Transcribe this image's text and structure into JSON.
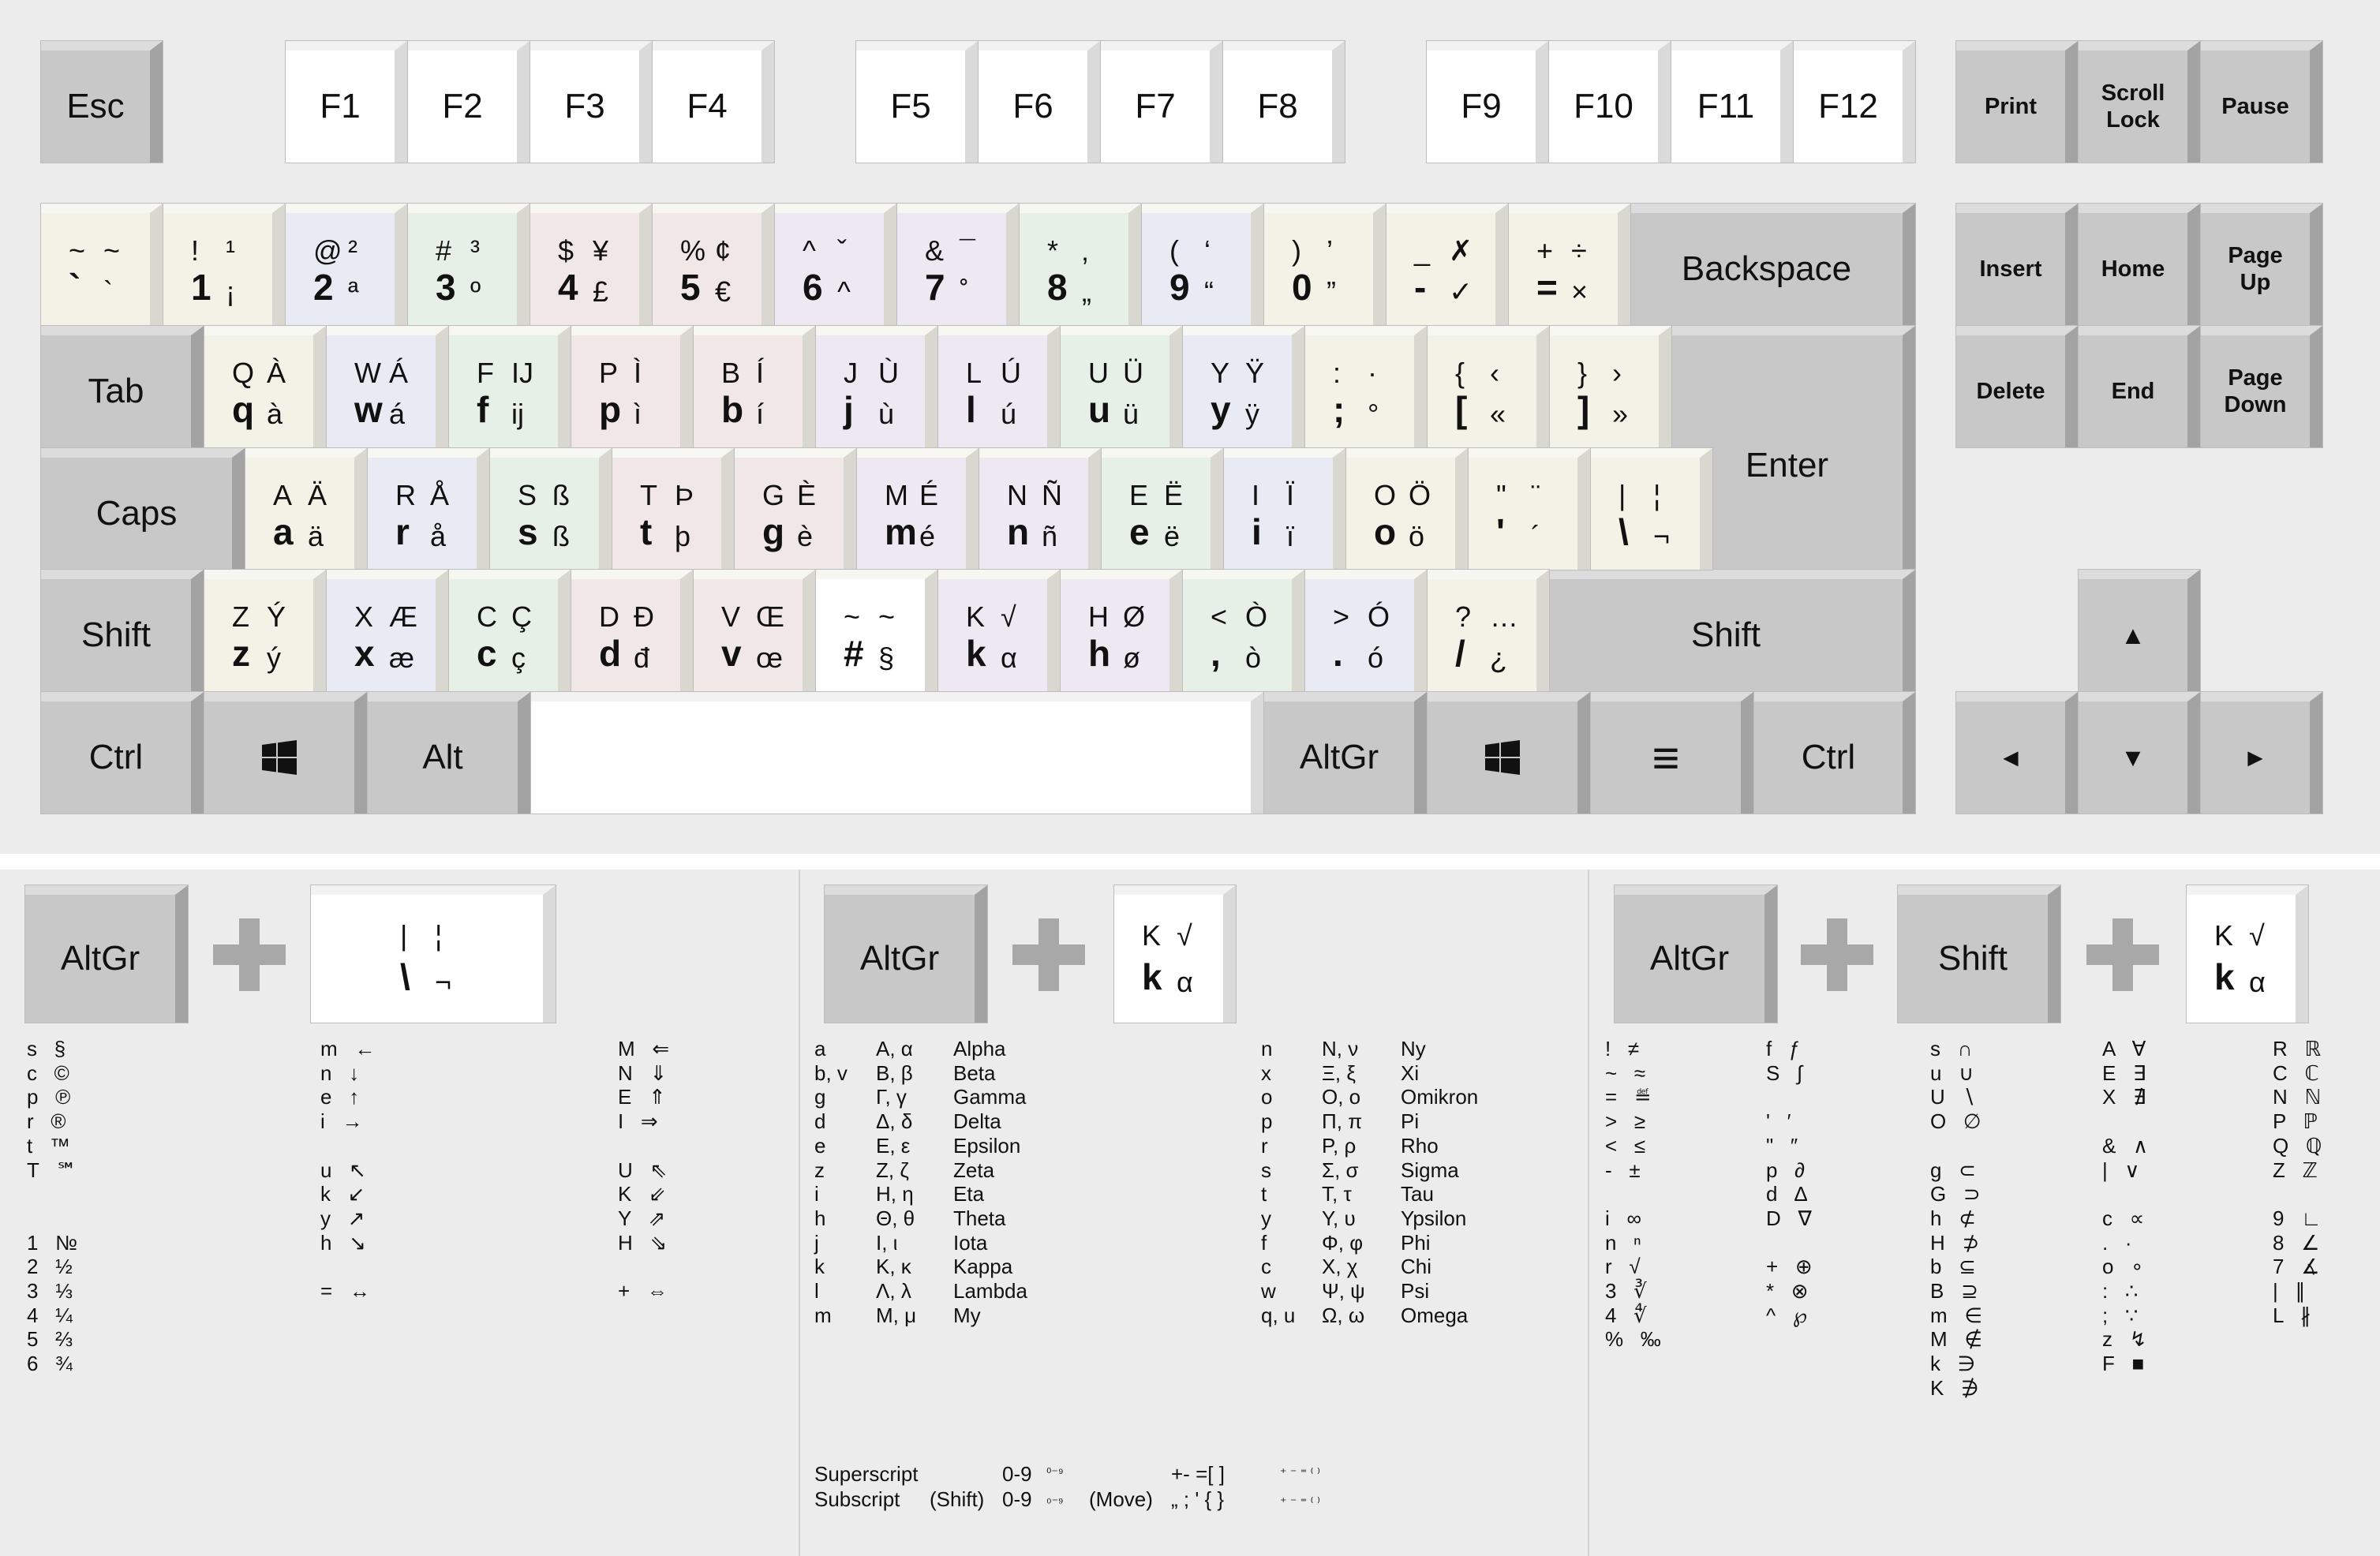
{
  "colors": {
    "yellow": "#f2f3e6",
    "blue": "#e8ebf3",
    "green": "#e7f0e6",
    "red": "#f2e7e7",
    "purple": "#eee8f2",
    "white": "#ffffff",
    "gray": "#c8c8c8"
  },
  "fkeys": [
    "Esc",
    "F1",
    "F2",
    "F3",
    "F4",
    "F5",
    "F6",
    "F7",
    "F8",
    "F9",
    "F10",
    "F11",
    "F12"
  ],
  "nav": [
    "Print",
    "Scroll Lock",
    "Pause",
    "Insert",
    "Home",
    "Page Up",
    "Delete",
    "End",
    "Page Down"
  ],
  "arrows": [
    "▲",
    "◄",
    "▼",
    "►"
  ],
  "mods": {
    "backspace": "Backspace",
    "tab": "Tab",
    "caps": "Caps",
    "enter": "Enter",
    "lshift": "Shift",
    "rshift": "Shift",
    "lctrl": "Ctrl",
    "alt": "Alt",
    "altgr": "AltGr",
    "rctrl": "Ctrl",
    "menu": "≡"
  },
  "row1": [
    {
      "c": "yellow",
      "t": [
        "~",
        "~",
        "`",
        "`"
      ]
    },
    {
      "c": "yellow",
      "t": [
        "!",
        "¹",
        "1",
        "¡"
      ]
    },
    {
      "c": "blue",
      "t": [
        "@",
        "²",
        "2",
        "ª"
      ]
    },
    {
      "c": "green",
      "t": [
        "#",
        "³",
        "3",
        "º"
      ]
    },
    {
      "c": "red",
      "t": [
        "$",
        "¥",
        "4",
        "£"
      ]
    },
    {
      "c": "red",
      "t": [
        "%",
        "¢",
        "5",
        "€"
      ]
    },
    {
      "c": "purple",
      "t": [
        "^",
        "ˇ",
        "6",
        "^"
      ]
    },
    {
      "c": "purple",
      "t": [
        "&",
        "¯",
        "7",
        "˚"
      ]
    },
    {
      "c": "green",
      "t": [
        "*",
        "‚",
        "8",
        "„"
      ]
    },
    {
      "c": "blue",
      "t": [
        "(",
        "‘",
        "9",
        "“"
      ]
    },
    {
      "c": "yellow",
      "t": [
        ")",
        "’",
        "0",
        "”"
      ]
    },
    {
      "c": "yellow",
      "t": [
        "_",
        "✗",
        "-",
        "✓"
      ]
    },
    {
      "c": "yellow",
      "t": [
        "+",
        "÷",
        "=",
        "×"
      ]
    }
  ],
  "row2": [
    {
      "c": "yellow",
      "t": [
        "Q",
        "À",
        "q",
        "à"
      ]
    },
    {
      "c": "blue",
      "t": [
        "W",
        "Á",
        "w",
        "á"
      ]
    },
    {
      "c": "green",
      "t": [
        "F",
        "IJ",
        "f",
        "ij"
      ]
    },
    {
      "c": "red",
      "t": [
        "P",
        "Ì",
        "p",
        "ì"
      ]
    },
    {
      "c": "red",
      "t": [
        "B",
        "Í",
        "b",
        "í"
      ]
    },
    {
      "c": "purple",
      "t": [
        "J",
        "Ù",
        "j",
        "ù"
      ]
    },
    {
      "c": "purple",
      "t": [
        "L",
        "Ú",
        "l",
        "ú"
      ]
    },
    {
      "c": "green",
      "t": [
        "U",
        "Ü",
        "u",
        "ü"
      ]
    },
    {
      "c": "blue",
      "t": [
        "Y",
        "Ÿ",
        "y",
        "ÿ"
      ]
    },
    {
      "c": "yellow",
      "t": [
        ":",
        "·",
        ";",
        "°"
      ]
    },
    {
      "c": "yellow",
      "t": [
        "{",
        "‹",
        "[",
        "«"
      ]
    },
    {
      "c": "yellow",
      "t": [
        "}",
        "›",
        "]",
        "»"
      ]
    }
  ],
  "row3": [
    {
      "c": "yellow",
      "t": [
        "A",
        "Ä",
        "a",
        "ä"
      ]
    },
    {
      "c": "blue",
      "t": [
        "R",
        "Å",
        "r",
        "å"
      ]
    },
    {
      "c": "green",
      "t": [
        "S",
        "ß",
        "s",
        "ß"
      ]
    },
    {
      "c": "red",
      "t": [
        "T",
        "Þ",
        "t",
        "þ"
      ]
    },
    {
      "c": "red",
      "t": [
        "G",
        "È",
        "g",
        "è"
      ]
    },
    {
      "c": "purple",
      "t": [
        "M",
        "É",
        "m",
        "é"
      ]
    },
    {
      "c": "purple",
      "t": [
        "N",
        "Ñ",
        "n",
        "ñ"
      ]
    },
    {
      "c": "green",
      "t": [
        "E",
        "Ë",
        "e",
        "ë"
      ]
    },
    {
      "c": "blue",
      "t": [
        "I",
        "Ï",
        "i",
        "ï"
      ]
    },
    {
      "c": "yellow",
      "t": [
        "O",
        "Ö",
        "o",
        "ö"
      ]
    },
    {
      "c": "yellow",
      "t": [
        "\"",
        "¨",
        "'",
        "´"
      ]
    },
    {
      "c": "yellow",
      "t": [
        "|",
        "¦",
        "\\",
        "¬"
      ]
    }
  ],
  "row4": [
    {
      "c": "yellow",
      "t": [
        "Z",
        "Ý",
        "z",
        "ý"
      ]
    },
    {
      "c": "blue",
      "t": [
        "X",
        "Æ",
        "x",
        "æ"
      ]
    },
    {
      "c": "green",
      "t": [
        "C",
        "Ç",
        "c",
        "ç"
      ]
    },
    {
      "c": "red",
      "t": [
        "D",
        "Đ",
        "d",
        "đ"
      ]
    },
    {
      "c": "red",
      "t": [
        "V",
        "Œ",
        "v",
        "œ"
      ]
    },
    {
      "c": "white",
      "t": [
        "~",
        "~",
        "#",
        "§"
      ]
    },
    {
      "c": "purple",
      "t": [
        "K",
        "√",
        "k",
        "α"
      ]
    },
    {
      "c": "purple",
      "t": [
        "H",
        "Ø",
        "h",
        "ø"
      ]
    },
    {
      "c": "green",
      "t": [
        "<",
        "Ò",
        ",",
        "ò"
      ]
    },
    {
      "c": "blue",
      "t": [
        ">",
        "Ó",
        ".",
        "ó"
      ]
    },
    {
      "c": "yellow",
      "t": [
        "?",
        "…",
        "/",
        "¿"
      ]
    }
  ],
  "combos": {
    "altgr": "AltGr",
    "shift": "Shift",
    "k1": {
      "t": [
        "|",
        "¦",
        "\\",
        "¬"
      ]
    },
    "k2": {
      "t": [
        "K",
        "√",
        "k",
        "α"
      ]
    },
    "k3": {
      "t": [
        "K",
        "√",
        "k",
        "α"
      ]
    }
  },
  "tables": {
    "a1": "s   §\nc   ©\np   ℗\nr   ®\nt   ™\nT   ℠\n\n\n1   №\n2   ½\n3   ⅓\n4   ¼\n5   ⅔\n6   ¾",
    "a2": "m   ←\nn   ↓\ne   ↑\ni   →\n\nu   ↖\nk   ↙\ny   ↗\nh   ↘\n\n=   ↔",
    "a3": "M   ⇐\nN   ⇓\nE   ⇑\nI   ⇒\n\nU   ⇖\nK   ⇙\nY   ⇗\nH   ⇘\n\n+   ⇔",
    "g1": "a\nb, v\ng\nd\ne\nz\ni\nh\nj\nk\nl\nm",
    "g2": "Α, α\nΒ, β\nΓ, γ\nΔ, δ\nΕ, ε\nΖ, ζ\nΗ, η\nΘ, θ\nΙ, ι\nΚ, κ\nΛ, λ\nΜ, μ",
    "g3": "Alpha\nBeta\nGamma\nDelta\nEpsilon\nZeta\nEta\nTheta\nIota\nKappa\nLambda\nMy",
    "g4": "n\nx\no\np\nr\ns\nt\ny\nf\nc\nw\nq, u",
    "g5": "Ν, ν\nΞ, ξ\nΟ, ο\nΠ, π\nΡ, ρ\nΣ, σ\nΤ, τ\nΥ, υ\nΦ, φ\nΧ, χ\nΨ, ψ\nΩ, ω",
    "g6": "Ny\nXi\nOmikron\nPi\nRho\nSigma\nTau\nYpsilon\nPhi\nChi\nPsi\nOmega",
    "m1": "!   ≠\n~   ≈\n=   ≝\n>   ≥\n<   ≤\n-   ±\n\ni   ∞\nn   ⁿ\nr   √\n3   ∛\n4   ∜\n%   ‰",
    "m2": "f   ƒ\nS   ∫\n\n'   ′\n\"   ″\np   ∂\nd   ∆\nD   ∇\n\n+   ⊕\n*   ⊗\n^   ℘",
    "m3": "s   ∩\nu   ∪\nU   ∖\nO   ∅\n\ng   ⊂\nG   ⊃\nh   ⊄\nH   ⊅\nb   ⊆\nB   ⊇\nm   ∈\nM   ∉\nk   ∋\nK   ∌",
    "m4": "A   ∀\nE   ∃\nX   ∄\n\n&   ∧\n|   ∨\n\nc   ∝\n.   ·\no   ∘\n:   ∴\n;   ∵\nz   ↯\nF   ■",
    "m5": "R   ℝ\nC   ℂ\nN   ℕ\nP   ℙ\nQ   ℚ\nZ   ℤ\n\n9   ∟\n8   ∠\n7   ∡\n|   ∥\nL   ∦"
  },
  "notes": {
    "sup": "Superscript",
    "sub": "Subscript",
    "shift": "(Shift)",
    "d1": "0-9",
    "d1v": "⁰⁻⁹",
    "d2": "0-9",
    "d2v": "₀₋₉",
    "move": "(Move)",
    "s1": "+- =[ ]",
    "s1v": "⁺ ⁻ ⁼ ⁽ ⁾",
    "s2": "„ ; ' { }",
    "s2v": "₊ ₋ ₌ ₍ ₎"
  }
}
